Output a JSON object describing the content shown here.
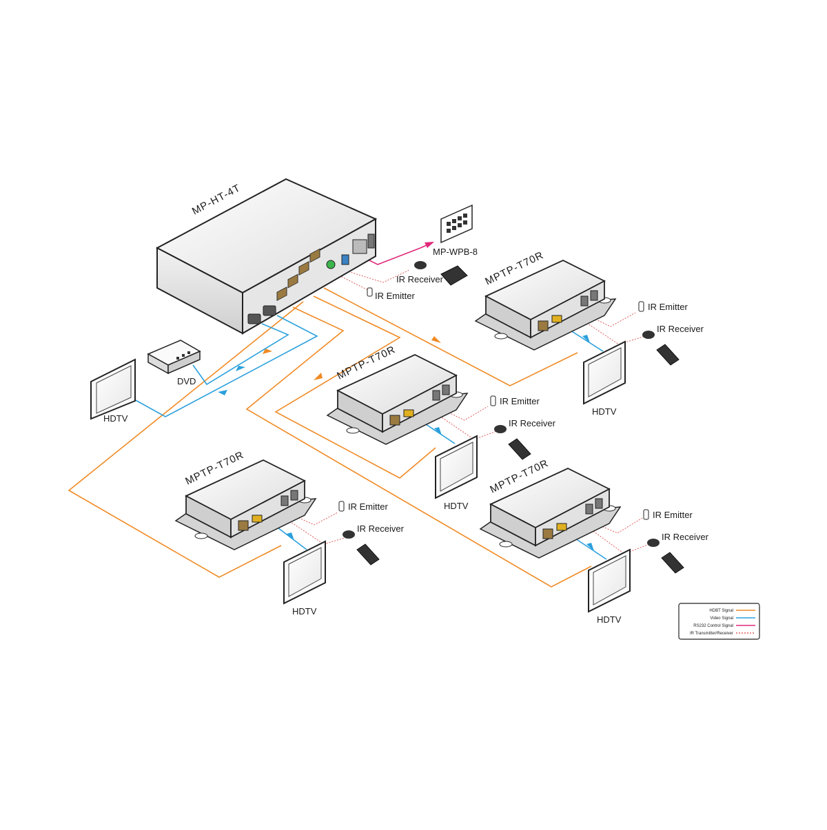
{
  "main_unit": {
    "label": "MP-HT-4T"
  },
  "wall_panel": {
    "label": "MP-WPB-8"
  },
  "source": {
    "label": "DVD"
  },
  "main_ir": {
    "receiver_label": "IR Receiver",
    "emitter_label": "IR Emitter"
  },
  "local_display": {
    "label": "HDTV"
  },
  "receivers": [
    {
      "label": "MPTP-T70R",
      "emitter_label": "IR Emitter",
      "receiver_label": "IR Receiver",
      "display_label": "HDTV"
    },
    {
      "label": "MPTP-T70R",
      "emitter_label": "IR Emitter",
      "receiver_label": "IR Receiver",
      "display_label": "HDTV"
    },
    {
      "label": "MPTP-T70R",
      "emitter_label": "IR Emitter",
      "receiver_label": "IR Receiver",
      "display_label": "HDTV"
    },
    {
      "label": "MPTP-T70R",
      "emitter_label": "IR Emitter",
      "receiver_label": "IR Receiver",
      "display_label": "HDTV"
    }
  ],
  "legend": {
    "items": [
      {
        "label": "HDBT Signal",
        "color": "#f08a24",
        "style": "solid"
      },
      {
        "label": "Video Signal",
        "color": "#2aa0dc",
        "style": "solid"
      },
      {
        "label": "RS232 Control Signal",
        "color": "#e0287a",
        "style": "solid"
      },
      {
        "label": "IR Transmitter/Receiver",
        "color": "#e05a5a",
        "style": "dotted"
      }
    ]
  },
  "colors": {
    "hdbt": "#f08a24",
    "video": "#2aa0dc",
    "rs232": "#e0287a",
    "ir": "#e05a5a",
    "device_body": "#e6e6e6",
    "outline": "#222222"
  }
}
